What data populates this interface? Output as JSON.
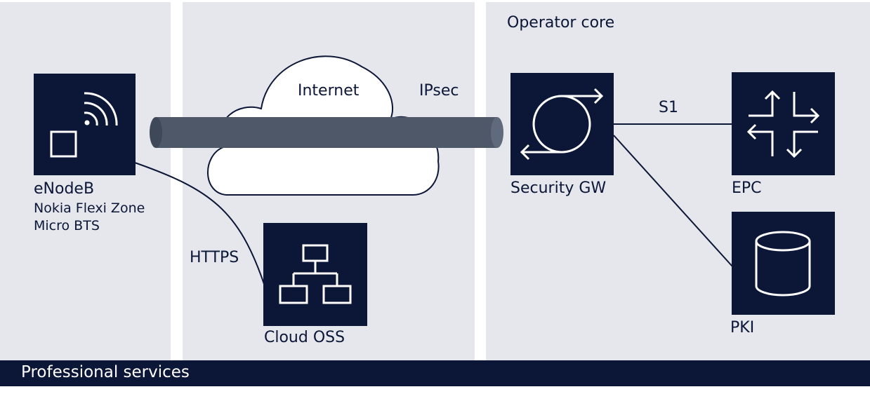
{
  "zones": {
    "operator_core_title": "Operator core"
  },
  "nodes": {
    "enodeb": {
      "title": "eNodeB",
      "subtitle_line1": "Nokia Flexi Zone",
      "subtitle_line2": "Micro BTS",
      "icon": "radio-base-station-icon"
    },
    "cloud_oss": {
      "label": "Cloud OSS",
      "icon": "network-hierarchy-icon"
    },
    "internet": {
      "label": "Internet",
      "icon": "cloud-icon"
    },
    "security_gw": {
      "label": "Security GW",
      "icon": "sync-arrows-icon"
    },
    "epc": {
      "label": "EPC",
      "icon": "router-arrows-icon"
    },
    "pki": {
      "label": "PKI",
      "icon": "database-cylinder-icon"
    }
  },
  "connections": {
    "ipsec_label": "IPsec",
    "https_label": "HTTPS",
    "s1_label": "S1"
  },
  "footer": {
    "label": "Professional services"
  },
  "colors": {
    "navy": "#0c1637",
    "panel_gray": "#e5e7ec",
    "tunnel_slate": "#4e5869",
    "white": "#ffffff"
  }
}
